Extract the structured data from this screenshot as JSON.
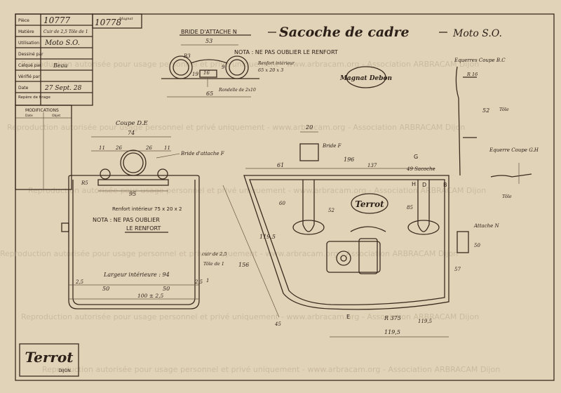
{
  "title_block": {
    "rows": [
      {
        "label": "Pièce",
        "value": "10777",
        "value2": "10778",
        "note": "Magnat"
      },
      {
        "label": "Matière",
        "value": "Cuir de 2,5  Tôle de 1"
      },
      {
        "label": "Utilisation",
        "value": "Moto S.O."
      },
      {
        "label": "Dessiné par",
        "value": ""
      },
      {
        "label": "Calqué par",
        "value": "Beau"
      },
      {
        "label": "Vérifié par",
        "value": ""
      },
      {
        "label": "Date",
        "value": "27 Sept. 28"
      },
      {
        "label": "Repère de tirage",
        "value": ""
      }
    ],
    "modifications": {
      "title": "MODIFICATIONS",
      "col1": "Date",
      "col2": "Objet"
    }
  },
  "drawing_title": "Sacoche de cadre",
  "drawing_subtitle": "Moto S.O.",
  "brand_stamp": "Magnat Debon",
  "brand_logo": "Terrot",
  "brand_footer_logo": "Terrot",
  "brand_footer_city": "DIJON",
  "views": {
    "bride_attache": {
      "title": "BRIDE D'ATTACHE N",
      "dim_53": "53",
      "dim_65": "65",
      "dim_r3": "R3",
      "dim_19": "19",
      "dim_16": "16",
      "dim_9": "9",
      "nota": "NOTA : NE PAS OUBLIER LE RENFORT",
      "renfort": "Renfort intérieur",
      "renfort_dim": "65 x 20 x 3",
      "rondelle": "Rondelle de 2x10"
    },
    "coupe_de": {
      "title": "Coupe D.E",
      "dim_74": "74",
      "dim_11a": "11",
      "dim_26a": "26",
      "dim_26b": "26",
      "dim_11b": "11",
      "dim_r5": "R5",
      "dim_95": "95",
      "bride_f": "Bride d'attache F",
      "renfort": "Renfort intérieur  75 x 20 x 2",
      "nota_line1": "NOTA : NE PAS OUBLIER",
      "nota_line2": "LE RENFORT",
      "cuir": "cuir de 2,5",
      "tole": "Tôle de 1",
      "largeur": "Largeur intérieure : 94",
      "dim_25a": "2,5",
      "dim_25b": "2,5",
      "dim_50a": "50",
      "dim_50b": "50",
      "dim_100": "100 ± 2,5",
      "dim_1": "1"
    },
    "main_view": {
      "dim_20": "20",
      "bride_f": "Bride F",
      "dim_61": "61",
      "dim_196": "196",
      "dim_137": "137",
      "dim_49": "49 Sacoche",
      "label_g": "G",
      "label_h": "H",
      "label_d": "D",
      "label_b": "B",
      "label_e": "E",
      "dim_52": "52",
      "dim_85": "85",
      "dim_119": "119,5",
      "dim_156": "156",
      "dim_r375": "R 375",
      "dim_1195b": "119,5",
      "dim_1195c": "119,5",
      "dim_45": "45",
      "dim_60": "60",
      "attache_n": "Attache N",
      "dim_50": "50",
      "dim_57": "57"
    },
    "right_sections": {
      "coupe_bc": "Equerres Coupe B.C",
      "coupe_gh": "Equerre Coupe G.H",
      "dim_r16": "R 16",
      "dim_52": "52",
      "dim_tole1": "Tôle",
      "dim_tole2": "Tôle"
    }
  },
  "watermark_text": "Reproduction autorisée pour usage personnel et privé uniquement - www.arbracam.org - Association ARBRACAM Dijon"
}
